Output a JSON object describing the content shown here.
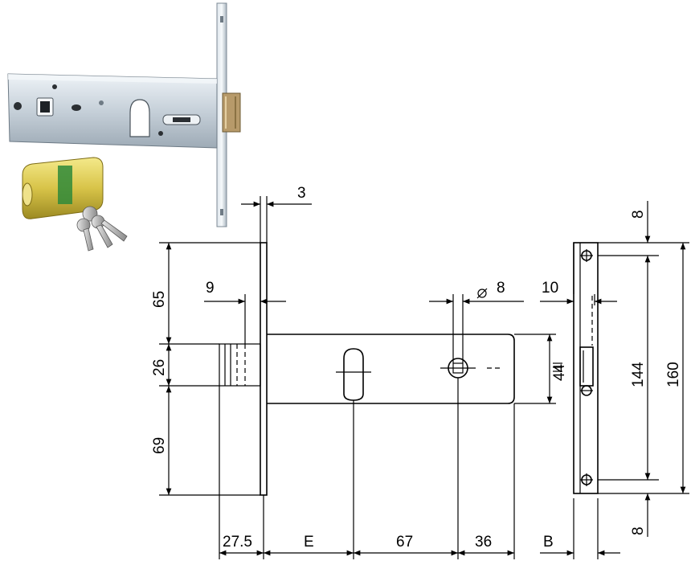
{
  "dimensions": {
    "top_thickness": "3",
    "bolt_offset": "9",
    "hole_diameter": "8",
    "strike_offset": "10",
    "upper_height": "65",
    "bolt_height": "26",
    "lower_height": "69",
    "case_height": "44",
    "hole_spacing": "144",
    "plate_height": "160",
    "top_hole_offset": "8",
    "bottom_hole_offset": "8",
    "bottom_offset": "27.5",
    "backset": "E",
    "center_distance": "67",
    "end_distance": "36",
    "strike_width": "B"
  },
  "colors": {
    "line": "#000000",
    "steel": "#c9d3dc",
    "brass": "#d9c548",
    "bolt": "#b79a6a"
  }
}
